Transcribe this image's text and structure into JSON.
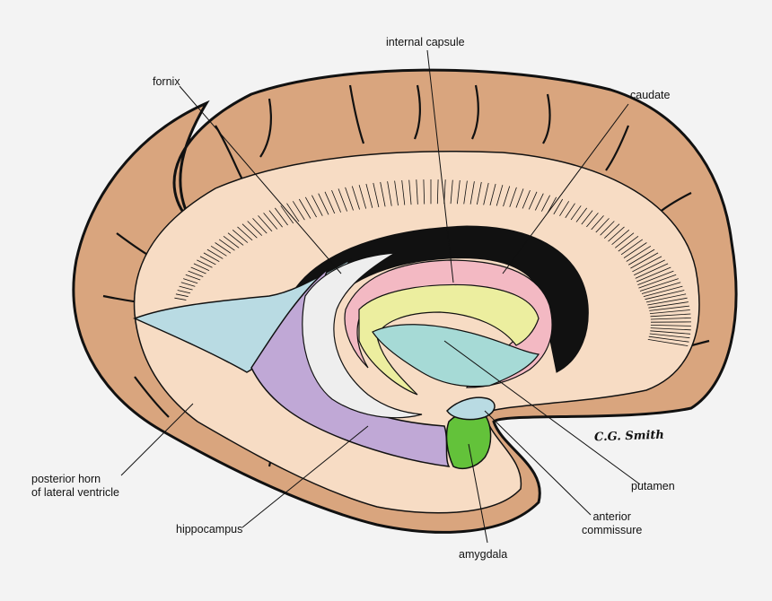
{
  "labels": {
    "internal_capsule": "internal capsule",
    "fornix": "fornix",
    "caudate": "caudate",
    "posterior_horn_line1": "posterior horn",
    "posterior_horn_line2": "of lateral ventricle",
    "hippocampus": "hippocampus",
    "amygdala": "amygdala",
    "putamen": "putamen",
    "anterior_commissure_line1": "anterior",
    "anterior_commissure_line2": "commissure"
  },
  "signature": "C.G. Smith",
  "colors": {
    "background": "#f3f3f3",
    "cortex": "#d9a57e",
    "white_matter": "#f7dcc4",
    "ventricle_blue": "#b9dbe3",
    "hippocampus_purple": "#c0a8d6",
    "caudate_pink": "#f3b9c3",
    "internal_capsule_yellow": "#ecee9f",
    "putamen_teal": "#a6dad6",
    "amygdala_green": "#63c23a",
    "fornix_white": "#eeeeee",
    "outline": "#111111"
  }
}
